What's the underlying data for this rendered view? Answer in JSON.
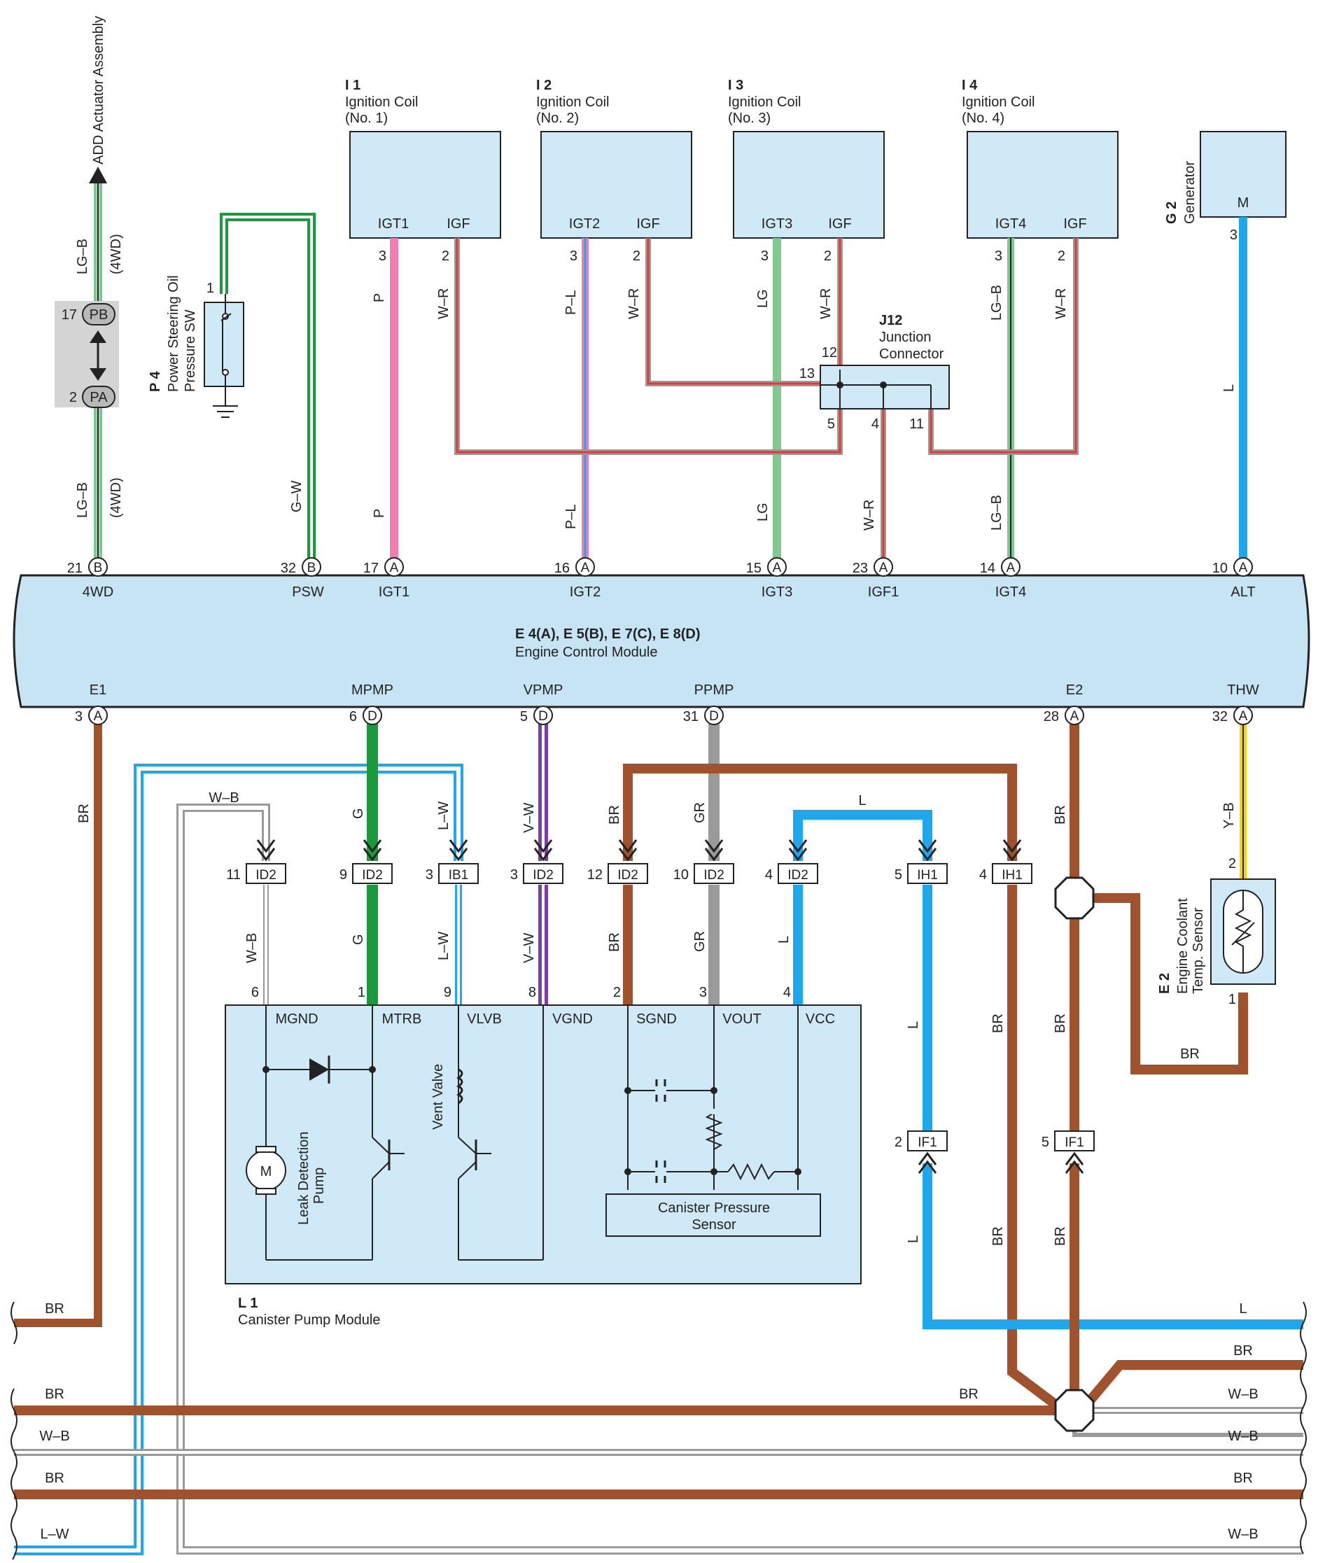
{
  "colors": {
    "component_fill": "#cfe9f6",
    "ecm_fill": "#c6e4f3",
    "BR": "#a0522d",
    "L": "#1ea7ec",
    "P": "#ef7fb3",
    "LG": "#7fc890",
    "G": "#1a9a3a",
    "V": "#7b3fa0",
    "GR": "#9a9a9a",
    "R": "#e53935",
    "Y": "#f2d21b",
    "W": "#ffffff"
  },
  "components": {
    "add": {
      "label": "ADD Actuator Assembly",
      "pin_a": "17",
      "pin_b": "2",
      "term_a": "PB",
      "term_b": "PA",
      "wire_top": "LG–B",
      "note_top": "(4WD)",
      "wire_bottom": "LG–B",
      "note_bottom": "(4WD)"
    },
    "p4": {
      "code": "P 4",
      "name_line1": "Power Steering Oil",
      "name_line2": "Pressure SW",
      "pin": "1",
      "wire": "G–W"
    },
    "i1": {
      "code": "I 1",
      "name": "Ignition Coil",
      "sub": "(No. 1)",
      "t1": "IGT1",
      "t2": "IGF",
      "p1": "3",
      "p2": "2",
      "w1": "P",
      "w2": "W–R"
    },
    "i2": {
      "code": "I 2",
      "name": "Ignition Coil",
      "sub": "(No. 2)",
      "t1": "IGT2",
      "t2": "IGF",
      "p1": "3",
      "p2": "2",
      "w1": "P–L",
      "w2": "W–R"
    },
    "i3": {
      "code": "I 3",
      "name": "Ignition Coil",
      "sub": "(No. 3)",
      "t1": "IGT3",
      "t2": "IGF",
      "p1": "3",
      "p2": "2",
      "w1": "LG",
      "w2": "W–R"
    },
    "i4": {
      "code": "I 4",
      "name": "Ignition Coil",
      "sub": "(No. 4)",
      "t1": "IGT4",
      "t2": "IGF",
      "p1": "3",
      "p2": "2",
      "w1": "LG–B",
      "w2": "W–R"
    },
    "g2": {
      "code": "G 2",
      "name": "Generator",
      "term": "M",
      "pin": "3",
      "wire": "L"
    },
    "j12": {
      "code": "J12",
      "name_line1": "Junction",
      "name_line2": "Connector",
      "p12": "12",
      "p13": "13",
      "p5": "5",
      "p4": "4",
      "p11": "11"
    },
    "ecm": {
      "title": "E 4(A), E 5(B), E 7(C), E 8(D)",
      "name": "Engine Control Module",
      "top_pins": [
        {
          "num": "21",
          "conn": "B",
          "label": "4WD",
          "wire": "LG–B",
          "note": "(4WD)"
        },
        {
          "num": "32",
          "conn": "B",
          "label": "PSW",
          "wire": "G–W"
        },
        {
          "num": "17",
          "conn": "A",
          "label": "IGT1",
          "wire": "P"
        },
        {
          "num": "16",
          "conn": "A",
          "label": "IGT2",
          "wire": "P–L"
        },
        {
          "num": "15",
          "conn": "A",
          "label": "IGT3",
          "wire": "LG"
        },
        {
          "num": "23",
          "conn": "A",
          "label": "IGF1",
          "wire": "W–R"
        },
        {
          "num": "14",
          "conn": "A",
          "label": "IGT4",
          "wire": "LG–B"
        },
        {
          "num": "10",
          "conn": "A",
          "label": "ALT"
        }
      ],
      "bottom_pins": [
        {
          "num": "3",
          "conn": "A",
          "label": "E1",
          "wire": "BR"
        },
        {
          "num": "6",
          "conn": "D",
          "label": "MPMP",
          "wire": "G"
        },
        {
          "num": "5",
          "conn": "D",
          "label": "VPMP",
          "wire": "V–W"
        },
        {
          "num": "31",
          "conn": "D",
          "label": "PPMP",
          "wire": "GR"
        },
        {
          "num": "28",
          "conn": "A",
          "label": "E2",
          "wire": "BR"
        },
        {
          "num": "32",
          "conn": "A",
          "label": "THW",
          "wire": "Y–B"
        }
      ]
    },
    "connectors": [
      {
        "pin": "11",
        "id": "ID2"
      },
      {
        "pin": "9",
        "id": "ID2"
      },
      {
        "pin": "3",
        "id": "IB1"
      },
      {
        "pin": "3",
        "id": "ID2"
      },
      {
        "pin": "12",
        "id": "ID2"
      },
      {
        "pin": "10",
        "id": "ID2"
      },
      {
        "pin": "4",
        "id": "ID2"
      },
      {
        "pin": "5",
        "id": "IH1"
      },
      {
        "pin": "4",
        "id": "IH1"
      },
      {
        "pin": "2",
        "id": "IF1"
      },
      {
        "pin": "5",
        "id": "IF1"
      }
    ],
    "l1": {
      "code": "L 1",
      "name": "Canister Pump Module",
      "terms": [
        "MGND",
        "MTRB",
        "VLVB",
        "VGND",
        "SGND",
        "VOUT",
        "VCC"
      ],
      "pins": [
        "6",
        "1",
        "9",
        "8",
        "2",
        "3",
        "4"
      ],
      "motor": "M",
      "pump_line1": "Leak Detection",
      "pump_line2": "Pump",
      "vent": "Vent Valve",
      "sensor_line1": "Canister Pressure",
      "sensor_line2": "Sensor"
    },
    "e2": {
      "code": "E 2",
      "name_line1": "Engine Coolant",
      "name_line2": "Temp.  Sensor",
      "pin_top": "2",
      "pin_bot": "1"
    }
  },
  "wire_labels": {
    "wb_top": "W–B",
    "wb_side": "W–B",
    "lw_top": "L–W",
    "lw_mid": "L–W",
    "g_top": "G",
    "g_mid": "G",
    "vw_top": "V–W",
    "vw_mid": "V–W",
    "br_e1": "BR",
    "br_sgnd_top": "BR",
    "br_sgnd_mid": "BR",
    "gr_top": "GR",
    "gr_mid": "GR",
    "l_vcc_top": "L",
    "l_vcc_mid": "L",
    "l_ih1": "L",
    "l_if1": "L",
    "br_ih1": "BR",
    "br_e2_top": "BR",
    "br_e2_mid": "BR",
    "br_e2_low": "BR",
    "yb": "Y–B",
    "br_e2s": "BR",
    "br_e2_low2": "BR",
    "bus_l": "L",
    "bus_br1": "BR",
    "bus_br_left": "BR",
    "bus_br_mid": "BR",
    "bus_wb1": "W–B",
    "bus_wb_left": "W–B",
    "bus_wb2": "W–B",
    "bus_br_left2": "BR",
    "bus_br2": "BR",
    "bus_lw": "L–W",
    "bus_wb3": "W–B",
    "bus_br_e1": "BR"
  }
}
